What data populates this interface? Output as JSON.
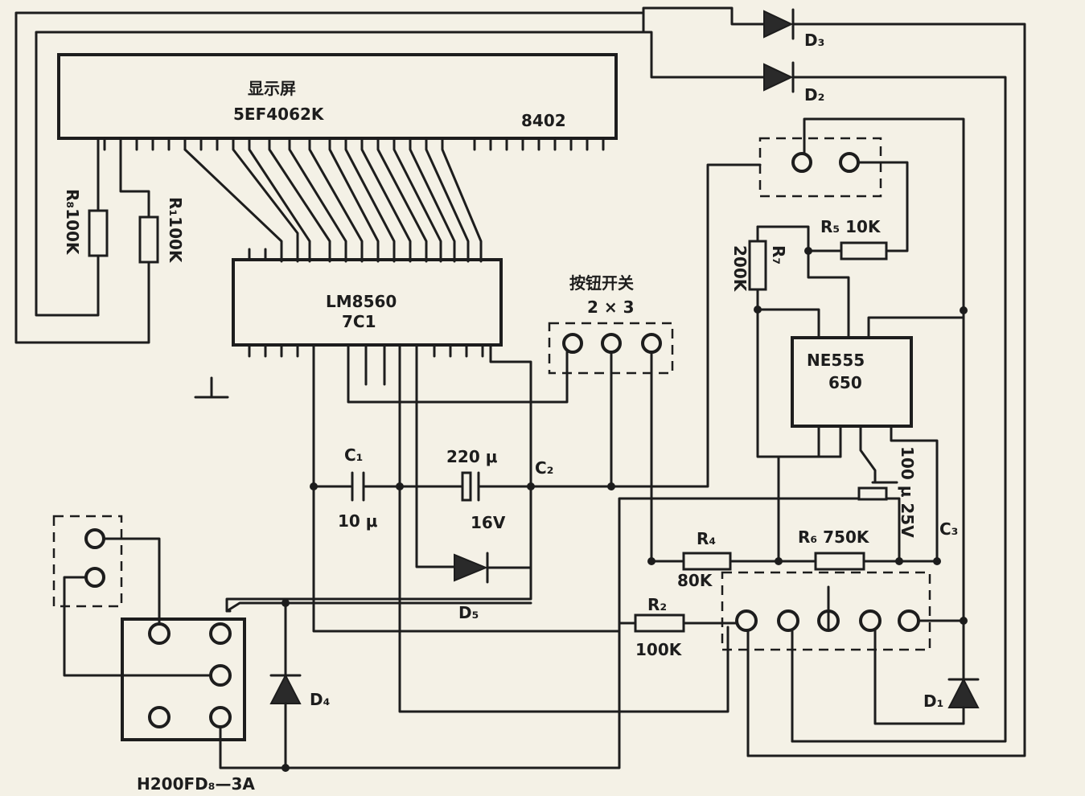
{
  "display": {
    "name": "显示屏",
    "model": "5EF4062K",
    "code": "8402"
  },
  "ic_counter": {
    "model": "LM8560",
    "ref": "7C1"
  },
  "ic_timer": {
    "model": "NE555",
    "ref": "650"
  },
  "switch": {
    "name": "按钮开关",
    "size": "2 × 3"
  },
  "relay": {
    "model": "H200FD₈—3A"
  },
  "resistors": {
    "r8": "R₈100K",
    "r1": "R₁100K",
    "r5": "R₅ 10K",
    "r7": "R₇",
    "r7_value": "200K",
    "r4": "R₄",
    "r4_value": "80K",
    "r6": "R₆ 750K",
    "r2": "R₂",
    "r2_value": "100K"
  },
  "capacitors": {
    "c1": "C₁",
    "c1_value": "10 μ",
    "c2": "C₂",
    "c2_value": "220 μ",
    "c2_voltage": "16V",
    "c3": "C₃",
    "c3_value": "100 μ 25V"
  },
  "diodes": {
    "d1": "D₁",
    "d2": "D₂",
    "d3": "D₃",
    "d4": "D₄",
    "d5": "D₅"
  }
}
